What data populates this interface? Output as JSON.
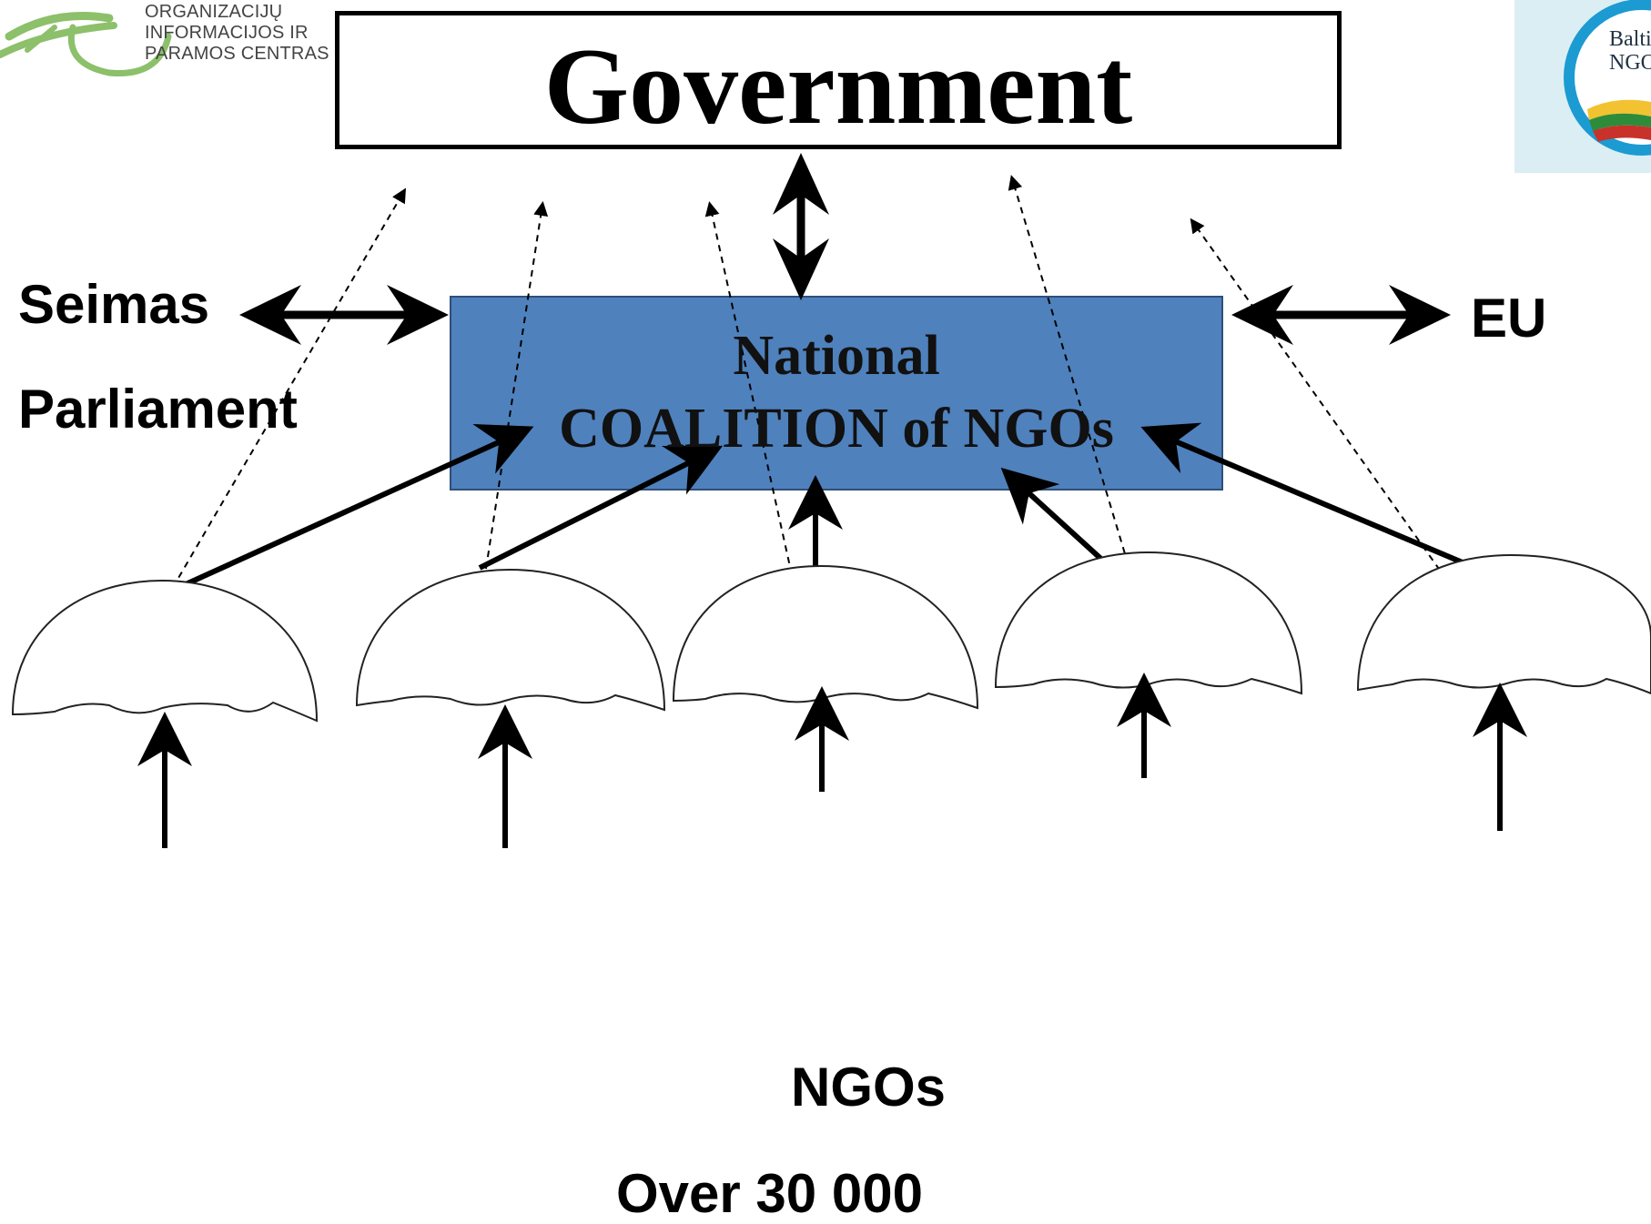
{
  "logo_left": {
    "lines": [
      "ORGANIZACIJŲ",
      "INFORMACIJOS IR",
      "PARAMOS CENTRAS"
    ],
    "color": "#8cc06a"
  },
  "logo_right": {
    "lines": [
      "Balti",
      "NGO"
    ]
  },
  "government": {
    "label": "Government"
  },
  "coalition": {
    "line1": "National",
    "line2": "COALITION of NGOs",
    "fill": "#4f81bd"
  },
  "left_entity": {
    "line1": "Seimas",
    "line2": "Parliament"
  },
  "right_entity": {
    "label": "EU"
  },
  "bottom": {
    "label": "NGOs",
    "count": "Over 30 000"
  },
  "umbrella_count": 5
}
